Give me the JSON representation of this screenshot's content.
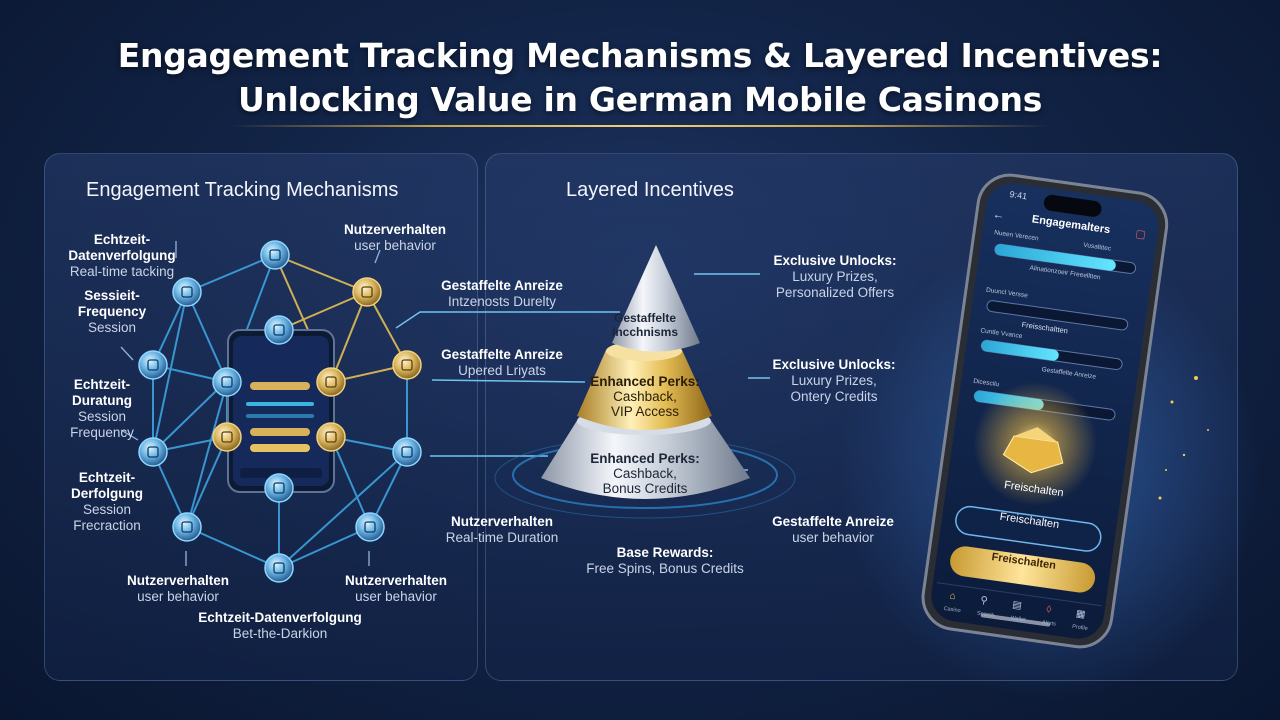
{
  "title_line1": "Engagement Tracking Mechanisms & Layered Incentives:",
  "title_line2": "Unlocking Value in German Mobile Casinons",
  "left_panel": {
    "heading": "Engagement Tracking Mechanisms",
    "labels": [
      {
        "bold": "Echtzeit-\nDatenverfolgung",
        "sub": "Real-time tacking"
      },
      {
        "bold": "Sessieit-\nFrequency",
        "sub": "Session"
      },
      {
        "bold": "Echtzeit-\nDuratung",
        "sub": "Session\nFrequency"
      },
      {
        "bold": "Echtzeit-\nDerfolgung",
        "sub": "Session\nFrecraction"
      },
      {
        "bold": "Nutzerverhalten",
        "sub": "user behavior"
      },
      {
        "bold": "Nutzerverhalten",
        "sub": "user behavior"
      },
      {
        "bold": "Nutzerverhalten",
        "sub": "user behavior"
      },
      {
        "bold": "Echtzeit-Datenverfolgung",
        "sub": "Bet-the-Darkion"
      }
    ]
  },
  "right_panel": {
    "heading": "Layered Incentives",
    "pyramid": {
      "top": "Gestaffelte\nIncchnisms",
      "middle": {
        "title": "Enhanced Perks:",
        "text": "Cashback,\nVIP Access"
      },
      "bottom": {
        "title": "Enhanced Perks:",
        "text": "Cashback,\nBonus Credits"
      }
    },
    "labels": [
      {
        "bold": "Gestaffelte Anreize",
        "sub": "Intzenosts Durelty"
      },
      {
        "bold": "Gestaffelte Anreize",
        "sub": "Upered Lriyats"
      },
      {
        "bold": "Exclusive Unlocks:",
        "sub": "Luxury Prizes,\nPersonalized Offers"
      },
      {
        "bold": "Exclusive Unlocks:",
        "sub": "Luxury Prizes,\nOntery Credits"
      },
      {
        "bold": "Nutzerverhalten",
        "sub": "Real-time Duration"
      },
      {
        "bold": "Gestaffelte Anreize",
        "sub": "user behavior"
      },
      {
        "bold": "Base Rewards:",
        "sub": "Free Spins, Bonus Credits"
      }
    ]
  },
  "phone": {
    "time": "9:41",
    "title": "Engagemalters",
    "progress": [
      {
        "left": "Nueen Verecen",
        "right": "Vusaltitec",
        "value": 0.86,
        "below": "Alinationzoeir Freeelltten"
      },
      {
        "left": "Duuncl Versse",
        "right": "",
        "value": 0.0,
        "below": "Freisschaltten"
      },
      {
        "left": "Cuntle Vvance",
        "right": "",
        "value": 0.55,
        "below": "Gestaffelte Anreize"
      },
      {
        "left": "Dicescilu",
        "right": "",
        "value": 0.5,
        "below": ""
      }
    ],
    "reward_label": "Freischalten",
    "button_outline": "Freischalten",
    "button_gold": "Freischalten",
    "tabs": [
      "Casino",
      "Search",
      "Wallet",
      "Alerts",
      "Profile"
    ]
  },
  "colors": {
    "gold": "#e9c25a",
    "cyan": "#35c9ef",
    "navy": "#122447"
  }
}
